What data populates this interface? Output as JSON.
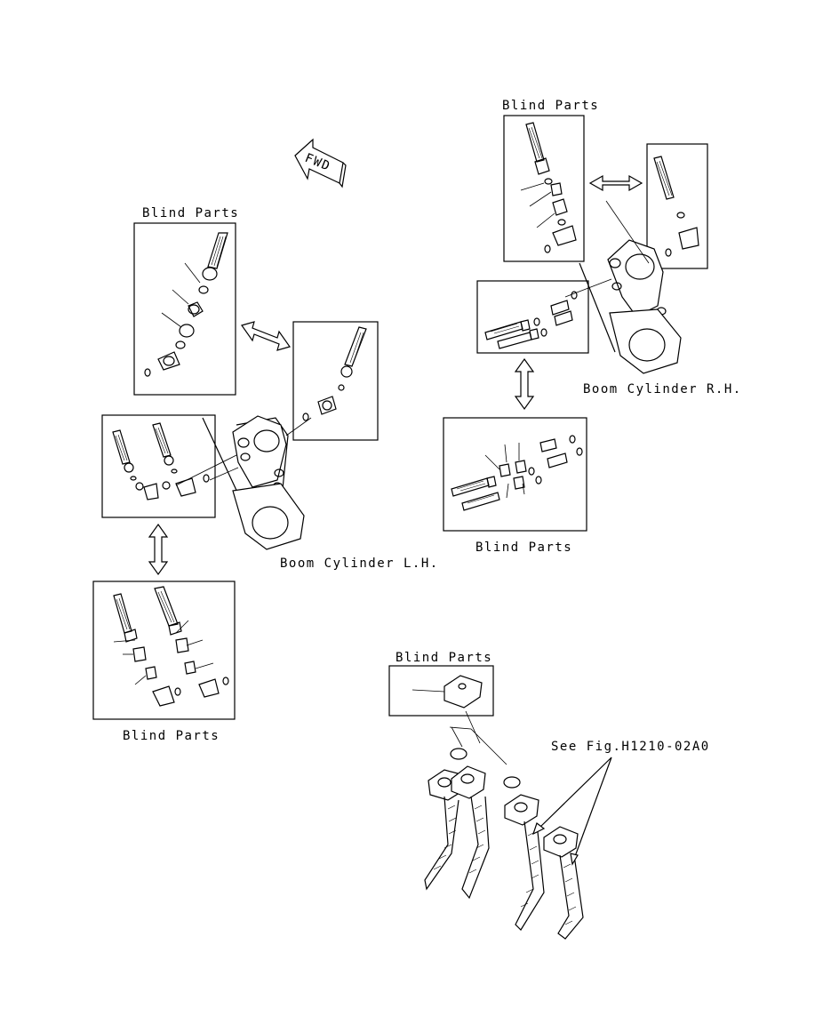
{
  "labels": {
    "fwd": "FWD",
    "blind_lh_top": "Blind Parts",
    "blind_lh_bottom": "Blind Parts",
    "boom_lh": "Boom Cylinder L.H.",
    "blind_rh_top": "Blind Parts",
    "blind_rh_bottom": "Blind Parts",
    "boom_rh": "Boom Cylinder R.H.",
    "blind_flange": "Blind Parts",
    "see_fig": "See Fig.H1210-02A0"
  },
  "colors": {
    "line": "#000000",
    "background": "#ffffff"
  }
}
